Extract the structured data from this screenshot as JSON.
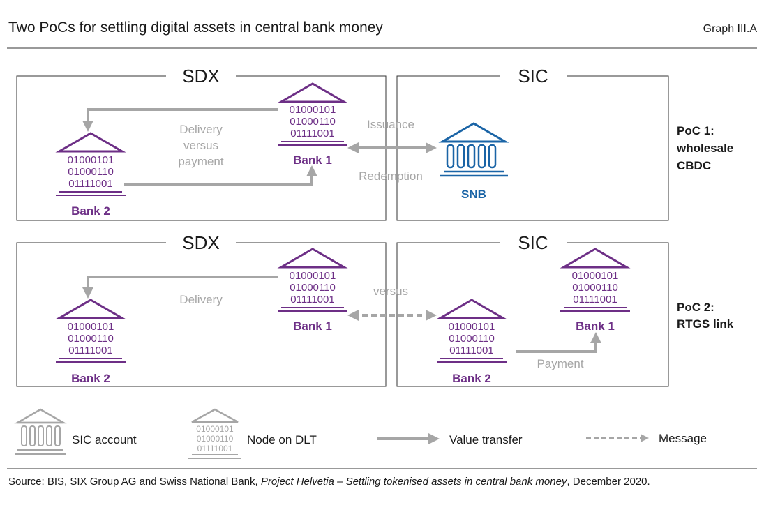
{
  "header": {
    "title": "Two PoCs for settling digital assets in central bank money",
    "graph_label": "Graph III.A"
  },
  "colors": {
    "purple": "#6d2f86",
    "blue": "#1a64a6",
    "gray": "#a6a6a6",
    "frame": "#333333"
  },
  "poc1": {
    "label_lines": [
      "PoC 1:",
      "wholesale",
      "CBDC"
    ],
    "sdx": {
      "title": "SDX",
      "bank1": {
        "name": "Bank 1",
        "codes": [
          "01000101",
          "01000110",
          "01111001"
        ]
      },
      "bank2": {
        "name": "Bank 2",
        "codes": [
          "01000101",
          "01000110",
          "01111001"
        ]
      },
      "dvp_lines": [
        "Delivery",
        "versus",
        "payment"
      ]
    },
    "issuance": "Issuance",
    "redemption": "Redemption",
    "sic": {
      "title": "SIC",
      "snb": "SNB"
    }
  },
  "poc2": {
    "label_lines": [
      "PoC 2:",
      "RTGS link"
    ],
    "sdx": {
      "title": "SDX",
      "bank1": {
        "name": "Bank 1",
        "codes": [
          "01000101",
          "01000110",
          "01111001"
        ]
      },
      "bank2": {
        "name": "Bank 2",
        "codes": [
          "01000101",
          "01000110",
          "01111001"
        ]
      },
      "delivery": "Delivery"
    },
    "versus": "versus",
    "sic": {
      "title": "SIC",
      "bank1": {
        "name": "Bank 1",
        "codes": [
          "01000101",
          "01000110",
          "01111001"
        ]
      },
      "bank2": {
        "name": "Bank 2",
        "codes": [
          "01000101",
          "01000110",
          "01111001"
        ]
      },
      "payment": "Payment"
    }
  },
  "legend": {
    "sic_account": "SIC account",
    "node_codes": [
      "01000101",
      "01000110",
      "01111001"
    ],
    "node_on_dlt": "Node on DLT",
    "value_transfer": "Value transfer",
    "message": "Message"
  },
  "source": {
    "prefix": "Source: BIS, SIX Group AG and Swiss National Bank, ",
    "title": "Project Helvetia – Settling tokenised assets in central bank money",
    "suffix": ", December 2020."
  }
}
